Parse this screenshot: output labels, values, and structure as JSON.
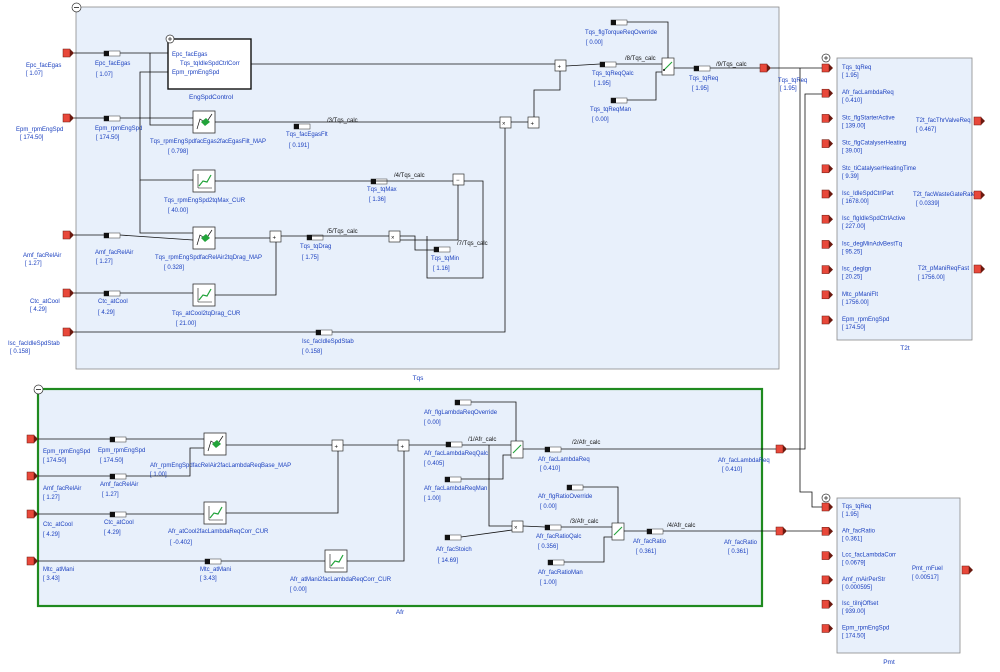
{
  "systems": {
    "tqs": "Tqs",
    "afr": "Afr",
    "t2t": "T2t",
    "pmt": "Pmt",
    "engspd": "EngSpdControl"
  },
  "tqs": {
    "inputs": [
      {
        "name": "Epc_facEgas",
        "value": "[ 1.07]"
      },
      {
        "name": "Epm_rpmEngSpd",
        "value": "[ 174.50]"
      },
      {
        "name": "Amf_facRelAir",
        "value": "[ 1.27]"
      },
      {
        "name": "Ctc_atCool",
        "value": "[ 4.29]"
      },
      {
        "name": "Isc_facIdleSpdStab",
        "value": "[ 0.158]"
      }
    ],
    "signals": [
      {
        "name": "Epc_facEgas",
        "value": "[ 1.07]"
      },
      {
        "name": "Epm_rpmEngSpd",
        "value": "[ 174.50]"
      },
      {
        "name": "Amf_facRelAir",
        "value": "[ 1.27]"
      },
      {
        "name": "Ctc_atCool",
        "value": "[ 4.29]"
      },
      {
        "name": "Isc_facIdleSpdStab",
        "value": "[ 0.158]"
      }
    ],
    "engspd_ports": [
      "Epc_facEgas",
      "Epm_rpmEngSpd",
      "Tqs_tqIdleSpdCtrlCorr"
    ],
    "maps": [
      {
        "name": "Tqs_rpmEngSpdfacEgas2facEgasFilt_MAP",
        "value": "[ 0.798]"
      },
      {
        "name": "Tqs_rpmEngSpd2tqMax_CUR",
        "value": "[ 40.00]"
      },
      {
        "name": "Tqs_rpmEngSpdfacRelAir2tqDrag_MAP",
        "value": "[ 0.328]"
      },
      {
        "name": "Tqs_atCool2tqDrag_CUR",
        "value": "[ 21.00]"
      }
    ],
    "calc": [
      {
        "name": "Tqs_facEgasFlt",
        "value": "[ 0.191]",
        "tag": "/3/Tqs_calc"
      },
      {
        "name": "Tqs_tqMax",
        "value": "[ 1.36]",
        "tag": "/4/Tqs_calc"
      },
      {
        "name": "Tqs_tqDrag",
        "value": "[ 1.75]",
        "tag": "/5/Tqs_calc"
      },
      {
        "name": "Tqs_tqMin",
        "value": "[ 1.16]",
        "tag": "/7/Tqs_calc"
      }
    ],
    "override": {
      "name": "Tqs_flgTorqueReqOverride",
      "value": "[ 0.00]"
    },
    "qalc": {
      "name": "Tqs_tqReqQalc",
      "value": "[ 1.95]",
      "tag": "/8/Tqs_calc"
    },
    "man": {
      "name": "Tqs_tqReqMan",
      "value": "[ 0.00]"
    },
    "req": {
      "name": "Tqs_tqReq",
      "value": "[ 1.95]",
      "tag": "/9/Tqs_calc"
    },
    "out": {
      "name": "Tqs_tqReq",
      "value": "[ 1.95]"
    }
  },
  "afr": {
    "inputs": [
      {
        "name": "Epm_rpmEngSpd",
        "value": "[ 174.50]"
      },
      {
        "name": "Amf_facRelAir",
        "value": "[ 1.27]"
      },
      {
        "name": "Ctc_atCool",
        "value": "[ 4.29]"
      },
      {
        "name": "Mtc_atMani",
        "value": "[ 3.43]"
      }
    ],
    "signals": [
      {
        "name": "Epm_rpmEngSpd",
        "value": "[ 174.50]"
      },
      {
        "name": "Amf_facRelAir",
        "value": "[ 1.27]"
      },
      {
        "name": "Ctc_atCool",
        "value": "[ 4.29]"
      },
      {
        "name": "Mtc_atMani",
        "value": "[ 3.43]"
      }
    ],
    "maps": [
      {
        "name": "Afr_rpmEngSpdfacRelAir2facLambdaReqBase_MAP",
        "value": "[ 1.00]"
      },
      {
        "name": "Afr_atCool2facLambdaReqCorr_CUR",
        "value": "[ -0.402]"
      },
      {
        "name": "Afr_atMani2facLambdaReqCorr_CUR",
        "value": "[ 0.00]"
      }
    ],
    "lambda_override": {
      "name": "Afr_flgLambdaReqOverride",
      "value": "[ 0.00]"
    },
    "lambda_qalc": {
      "name": "Afr_facLambdaReqQalc",
      "value": "[ 0.405]",
      "tag": "/1/Afr_calc"
    },
    "lambda_man": {
      "name": "Afr_facLambdaReqMan",
      "value": "[ 1.00]"
    },
    "lambda_req": {
      "name": "Afr_facLambdaReq",
      "value": "[ 0.410]",
      "tag": "/2/Afr_calc"
    },
    "stoich": {
      "name": "Afr_facStoich",
      "value": "[ 14.69]"
    },
    "ratio_override": {
      "name": "Afr_flgRatioOverride",
      "value": "[ 0.00]"
    },
    "ratio_qalc": {
      "name": "Afr_facRatioQalc",
      "value": "[ 0.356]",
      "tag": "/3/Afr_calc"
    },
    "ratio_man": {
      "name": "Afr_facRatioMan",
      "value": "[ 1.00]"
    },
    "ratio": {
      "name": "Afr_facRatio",
      "value": "[ 0.361]",
      "tag": "/4/Afr_calc"
    },
    "out_lambda": {
      "name": "Afr_facLambdaReq",
      "value": "[ 0.410]"
    },
    "out_ratio": {
      "name": "Afr_facRatio",
      "value": "[ 0.361]"
    }
  },
  "t2t": {
    "inputs": [
      {
        "name": "Tqs_tqReq",
        "value": "[ 1.95]"
      },
      {
        "name": "Afr_facLambdaReq",
        "value": "[ 0.410]"
      },
      {
        "name": "Stc_flgStarterActive",
        "value": "[ 139.00]"
      },
      {
        "name": "Stc_flgCatalyserHeating",
        "value": "[ 39.00]"
      },
      {
        "name": "Stc_tiCatalyserHeatingTime",
        "value": "[ 9.39]"
      },
      {
        "name": "Isc_IdleSpdCtrlPart",
        "value": "[ 1678.00]"
      },
      {
        "name": "Isc_flgIdleSpdCtrlActive",
        "value": "[ 227.00]"
      },
      {
        "name": "Isc_degMinAdvBestTq",
        "value": "[ 95.25]"
      },
      {
        "name": "Isc_degIgn",
        "value": "[ 20.25]"
      },
      {
        "name": "Mtc_pManiFlt",
        "value": "[ 1756.00]"
      },
      {
        "name": "Epm_rpmEngSpd",
        "value": "[ 174.50]"
      }
    ],
    "outputs": [
      {
        "name": "T2t_facThrValveReq",
        "value": "[ 0.467]"
      },
      {
        "name": "T2t_facWasteGateRate",
        "value": "[ 0.0339]"
      },
      {
        "name": "T2t_pManiReqFast",
        "value": "[ 1756.00]"
      }
    ]
  },
  "pmt": {
    "inputs": [
      {
        "name": "Tqs_tqReq",
        "value": "[ 1.95]"
      },
      {
        "name": "Afr_facRatio",
        "value": "[ 0.361]"
      },
      {
        "name": "Lcc_facLambdaCorr",
        "value": "[ 0.0679]"
      },
      {
        "name": "Amf_mAirPerStr",
        "value": "[ 0.000595]"
      },
      {
        "name": "Isc_tiInjOffset",
        "value": "[ 939.00]"
      },
      {
        "name": "Epm_rpmEngSpd",
        "value": "[ 174.50]"
      }
    ],
    "outputs": [
      {
        "name": "Pmt_mFuel",
        "value": "[ 0.00517]"
      }
    ]
  },
  "colors": {
    "subsystem_fill": "#e8f0fb",
    "text_blue": "#1a3fbf",
    "port_red": "#e8483a",
    "afr_border": "#1f8a1f"
  }
}
